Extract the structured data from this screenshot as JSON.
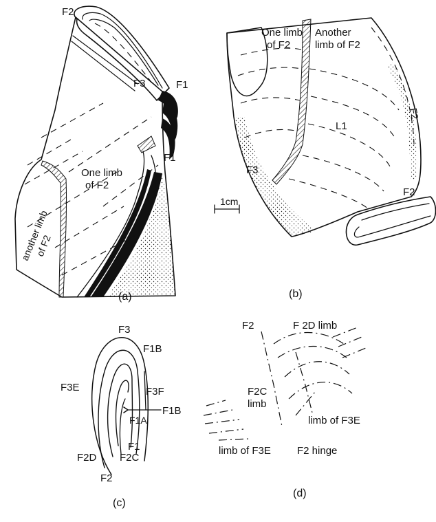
{
  "panel_a": {
    "caption": "(a)",
    "labels": {
      "f2_top": "F2",
      "f3": "F3",
      "f1_right": "F1",
      "f1_small": "F1",
      "limb_line1": "One limb",
      "limb_line2": "of F2",
      "another_limb_line1": "another limb",
      "another_limb_line2": "of F2"
    }
  },
  "panel_b": {
    "caption": "(b)",
    "labels": {
      "one_limb_line1": "One limb",
      "one_limb_line2": "of F2",
      "another_limb_line1": "Another",
      "another_limb_line2": "limb of F2",
      "l1": "L1",
      "f3": "F3",
      "f2_right": "F2",
      "f2_lower": "F2"
    }
  },
  "scale_bar": {
    "label": "1cm"
  },
  "panel_c": {
    "caption": "(c)",
    "labels": {
      "f3": "F3",
      "f1b_top": "F1B",
      "f3e": "F3E",
      "f3f": "F3F",
      "f1b_pointer": "F1B",
      "f1a": "F1A",
      "f1": "F1",
      "f2c": "F2C",
      "f2d": "F2D",
      "f2": "F2"
    }
  },
  "panel_d": {
    "caption": "(d)",
    "labels": {
      "f2": "F2",
      "f2d_limb": "F 2D limb",
      "f2c_line1": "F2C",
      "f2c_line2": "limb",
      "limb_f3e_right": "limb of F3E",
      "limb_f3e_left": "limb of F3E",
      "f2_hinge": "F2 hinge"
    }
  }
}
